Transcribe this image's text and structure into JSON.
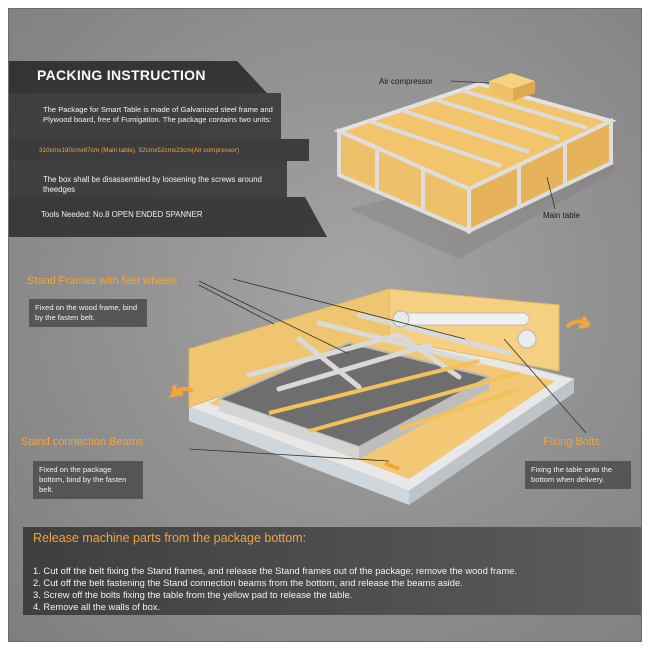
{
  "intro": {
    "title": "PACKING INSTRUCTION",
    "description": "The Package for Smart Table is made of Galvanized steel frame and Plywood board, free of Fumigation. The package contains two units:",
    "dimensions": "310cmx190cmx67cm (Main table), 52cmx52cmx23cm(Air compressor)",
    "disassemble": "The box shall be disassembled by loosening the screws around theedges",
    "tools": "Tools Needed: No.8 OPEN ENDED SPANNER"
  },
  "labels": {
    "air_compressor": "Air compressor",
    "main_table": "Main table",
    "stand_frames": "Stand Frames with feet wheels",
    "stand_frames_note": "Fixed on the wood frame, bind by the fasten belt.",
    "connection_beams": "Stand connection Beams",
    "connection_beams_note": "Fixed on the package bottom, bind by the fasten belt.",
    "fixing_bolts": "Fixing Bolts",
    "fixing_bolts_note": "Fixing the table onto the bottom when delivery."
  },
  "release": {
    "title": "Release machine parts from the package bottom:",
    "steps": [
      "1. Cut off the belt fixing the Stand frames, and release the Stand frames out of the package; remove the wood frame.",
      "2. Cut off the belt fastening the Stand connection beams from the bottom, and release the beams aside.",
      "3. Screw off the bolts fixing the table from the yellow pad to release the table.",
      "4. Remove all the walls of box."
    ]
  },
  "colors": {
    "accent": "#f2a53b",
    "panel": "#3f3f3f",
    "wood": "#f1c46b",
    "background": "#959595"
  }
}
